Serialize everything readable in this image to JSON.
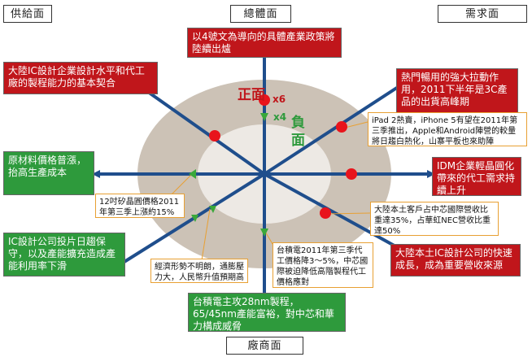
{
  "corners": {
    "supply": "供給面",
    "macro": "總體面",
    "demand": "需求面",
    "vendor": "廠商面"
  },
  "axis_labels": {
    "positive": "正面",
    "negative_top": "負",
    "negative_bottom": "面",
    "x6": "x6",
    "x4": "x4"
  },
  "factors": {
    "macro_policy": "以4號文為導向的具體產業政策將陸續出爐",
    "ic_design_level": "大陸IC設計企業設計水平和代工廠的製程能力的基本契合",
    "hot_products": "熱門暢用的強大拉動作用，2011下半年是3C產品的出貨高峰期",
    "raw_material": "原材料價格普漲，抬高生產成本",
    "idm_outsourcing": "IDM企業輕晶圓化帶來的代工需求持續上升",
    "ic_investment": "IC設計公司投片日趨保守，以及產能擴充造成產能利用率下滑",
    "mainland_growth": "大陸本土IC設計公司的快速成長，成為重要營收來源",
    "tsmc_process": "台積電主攻28nm製程，65/45nm產能富裕，對中芯和華力構成威脅"
  },
  "notes": {
    "ipad": "iPad 2熱賣，iPhone 5有望在2011年第三季推出，Apple和Android陣營的較量將日趨白熱化，山寨平板也來助陣",
    "wafer_price": "12吋矽晶圓價格2011年第三季上漲約15%",
    "customers": "大陸本土客戶占中芯國際營收比重達35%，占華虹NEC營收比重達50%",
    "tsmc_price": "台積電2011年第三季代工價格降3～5%，中芯國際被迫降低高階製程代工價格應對",
    "economy": "經濟形勢不明朗，通膨壓力大，人民幣升值預期高"
  },
  "colors": {
    "positive": "#c0161b",
    "negative": "#2e9a3c",
    "axis": "#1f4e8c",
    "outer_ring": "#ccc2b6",
    "inner_ring": "#ede9e4",
    "note_border": "#e8a033"
  }
}
